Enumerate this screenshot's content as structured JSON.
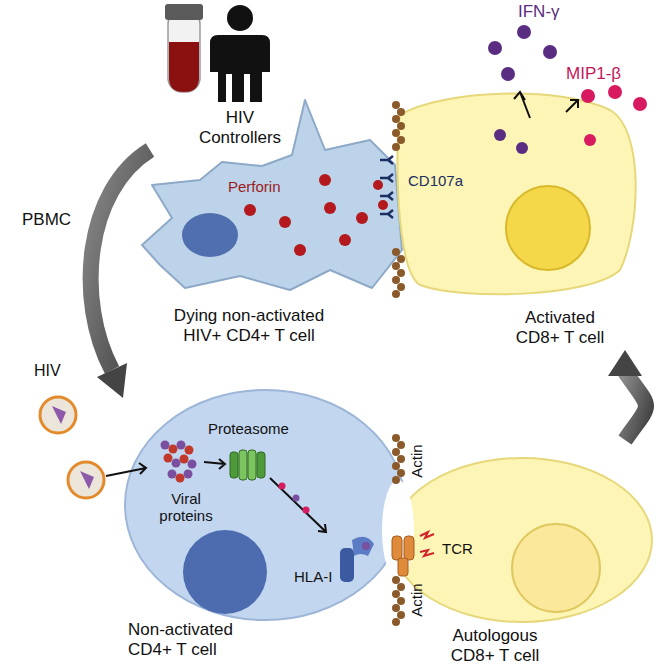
{
  "diagram": {
    "nodes": [
      {
        "text": [
          "Perforin",
          "Dying non-activated HIV+ CD4+ T cell"
        ]
      },
      {
        "text": [
          "CD107a",
          "Activated CD8+ T cell"
        ]
      },
      {
        "text": [
          "Viral proteins",
          "Proteasome",
          "HLA-I",
          "Non-activated CD4+ T cell"
        ]
      },
      {
        "text": [
          "TCR",
          "Autologous CD8+ T cell"
        ]
      }
    ],
    "edges": [
      {
        "from": 3,
        "to": 1,
        "arrow": "to"
      }
    ],
    "labels": [
      "HIV Controllers",
      "PBMC",
      "HIV",
      "Actin",
      "Actin",
      "IFN-γ",
      "MIP1-β"
    ]
  }
}
